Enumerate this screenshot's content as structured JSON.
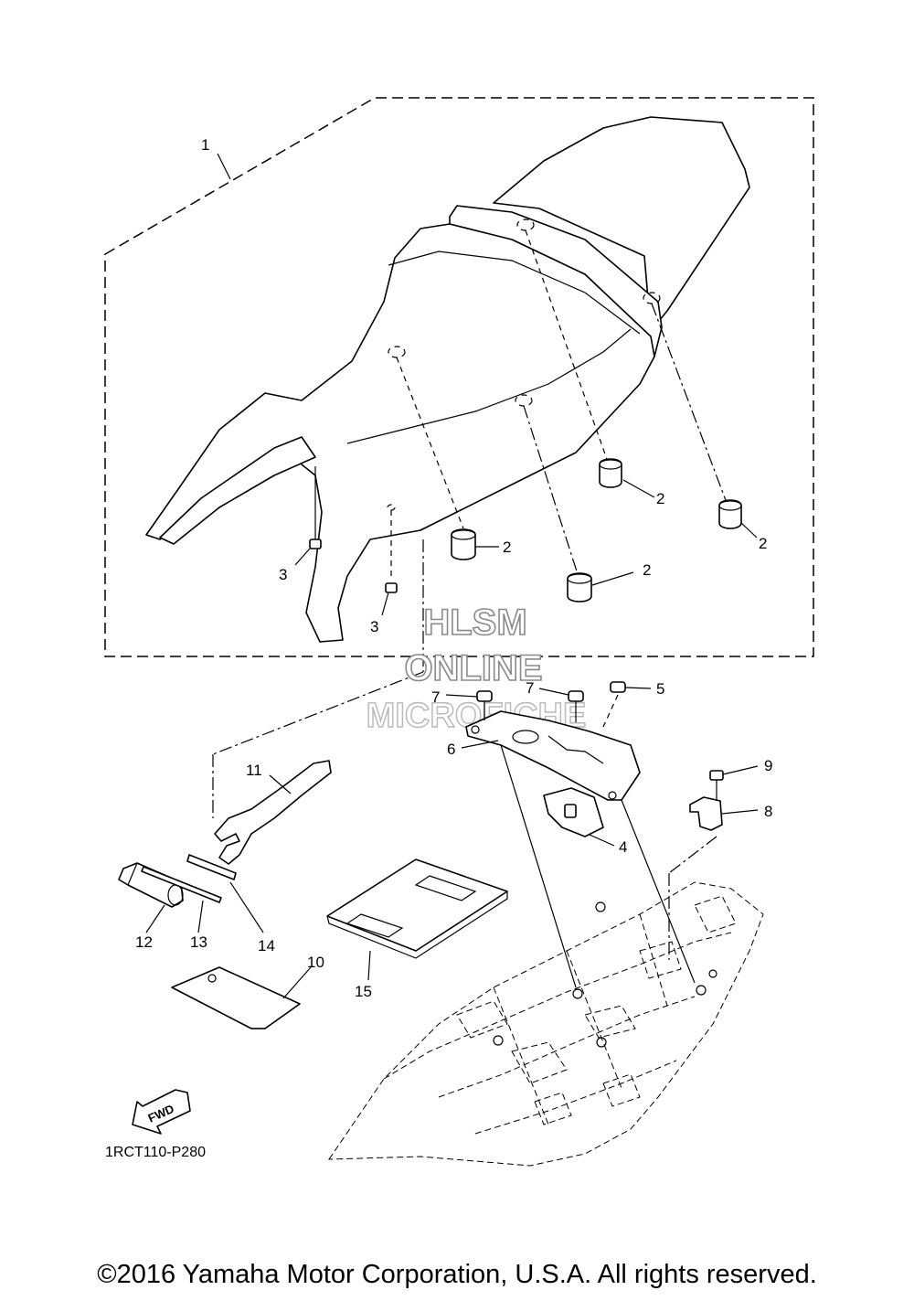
{
  "diagram_code": "1RCT110-P280",
  "fwd_label": "FWD",
  "watermark": [
    "HLSM",
    "ONLINE",
    "MICROFICHE"
  ],
  "copyright": "©2016 Yamaha Motor Corporation, U.S.A. All rights reserved.",
  "callouts": {
    "c1": "1",
    "c2a": "2",
    "c2b": "2",
    "c2c": "2",
    "c2d": "2",
    "c3a": "3",
    "c3b": "3",
    "c4": "4",
    "c5": "5",
    "c6": "6",
    "c7a": "7",
    "c7b": "7",
    "c8": "8",
    "c9": "9",
    "c10": "10",
    "c11": "11",
    "c12": "12",
    "c13": "13",
    "c14": "14",
    "c15": "15"
  }
}
